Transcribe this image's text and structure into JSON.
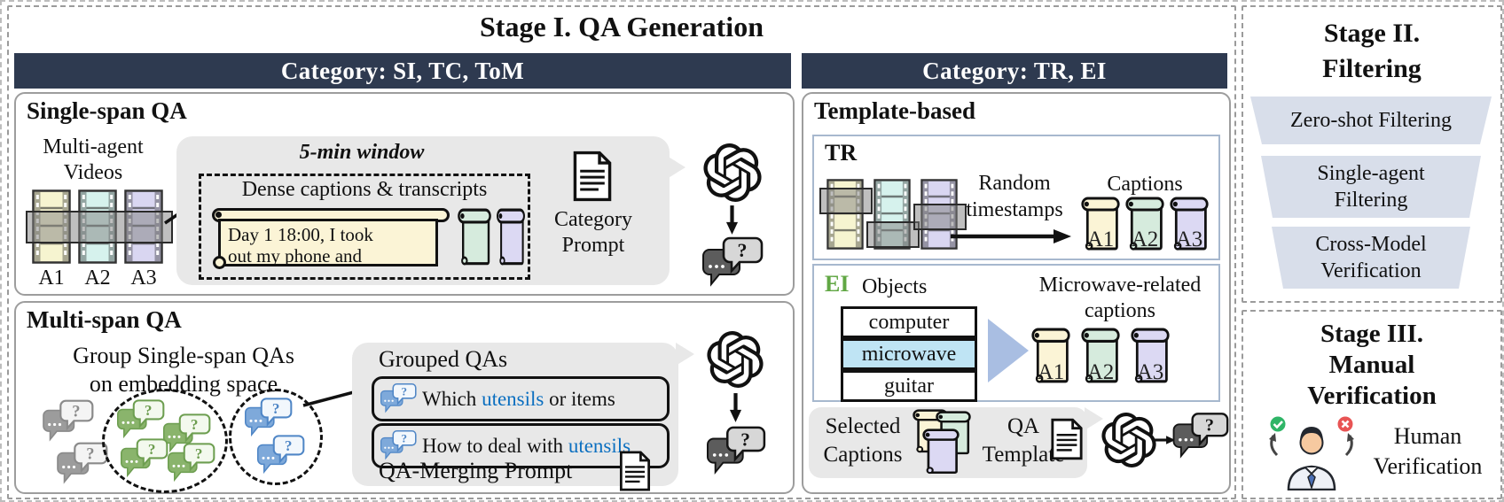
{
  "stage1": {
    "title": "Stage I. QA Generation",
    "category_left": "Category: SI, TC, ToM",
    "category_right": "Category: TR, EI",
    "single_span": {
      "title": "Single-span QA",
      "videos_label": [
        "Multi-agent",
        "Videos"
      ],
      "agents": [
        "A1",
        "A2",
        "A3"
      ],
      "window_label": "5-min window",
      "dense_label": "Dense captions & transcripts",
      "caption_lines": [
        "Day 1 18:00, I took",
        "out my phone and"
      ],
      "prompt_label": [
        "Category",
        "Prompt"
      ]
    },
    "multi_span": {
      "title": "Multi-span QA",
      "group_label": [
        "Group Single-span QAs",
        "on embedding space"
      ],
      "grouped_title": "Grouped QAs",
      "qa_rows": [
        {
          "prefix": "Which ",
          "highlight": "utensils",
          "suffix": " or items"
        },
        {
          "prefix": "How to deal with ",
          "highlight": "utensils",
          "suffix": ""
        }
      ],
      "merging_prompt_label": "QA-Merging Prompt"
    },
    "template_based": {
      "title": "Template-based",
      "tr": {
        "label": "TR",
        "arrow_label": [
          "Random",
          "timestamps"
        ],
        "captions_label": "Captions",
        "tags": [
          "A1",
          "A2",
          "A3"
        ]
      },
      "ei": {
        "label": "EI",
        "objects_label": "Objects",
        "objects": [
          "computer",
          "microwave",
          "guitar"
        ],
        "highlighted_object": "microwave",
        "captions_label": [
          "Microwave-related",
          "captions"
        ],
        "tags": [
          "A1",
          "A2",
          "A3"
        ]
      },
      "selected": {
        "captions_label": [
          "Selected",
          "Captions"
        ],
        "template_label": [
          "QA",
          "Template"
        ]
      }
    }
  },
  "stage2": {
    "title": [
      "Stage II.",
      "Filtering"
    ],
    "steps": [
      [
        "Zero-shot Filtering"
      ],
      [
        "Single-agent",
        "Filtering"
      ],
      [
        "Cross-Model",
        "Verification"
      ]
    ]
  },
  "stage3": {
    "title": [
      "Stage III.",
      "Manual",
      "Verification"
    ],
    "human_label": [
      "Human",
      "Verification"
    ]
  },
  "icons": {
    "llm": "openai-logo-icon",
    "prompt": "document-icon",
    "qa_output": "chat-question-bubbles-icon",
    "video": "film-strip-icon",
    "caption": "scroll-icon",
    "human": "person-check-cross-icon"
  },
  "colors": {
    "header_navy": "#2E3A50",
    "bubble_gray": "#E8E8E8",
    "film_yellow": "#F6F4D0",
    "film_cyan": "#D6F2ED",
    "film_purple": "#D9D6F1",
    "scroll_yellow": "#FBF4D6",
    "scroll_green": "#D6EBDD",
    "scroll_lavender": "#DCD9F3",
    "object_highlight_blue": "#BFE4F4",
    "triangle_blue": "#A9BEE2",
    "funnel_fill": "#D8DEEA",
    "ei_green": "#61A744",
    "utensil_blue": "#0B6FC0",
    "check_green": "#2FB567",
    "cross_red": "#E85454"
  }
}
